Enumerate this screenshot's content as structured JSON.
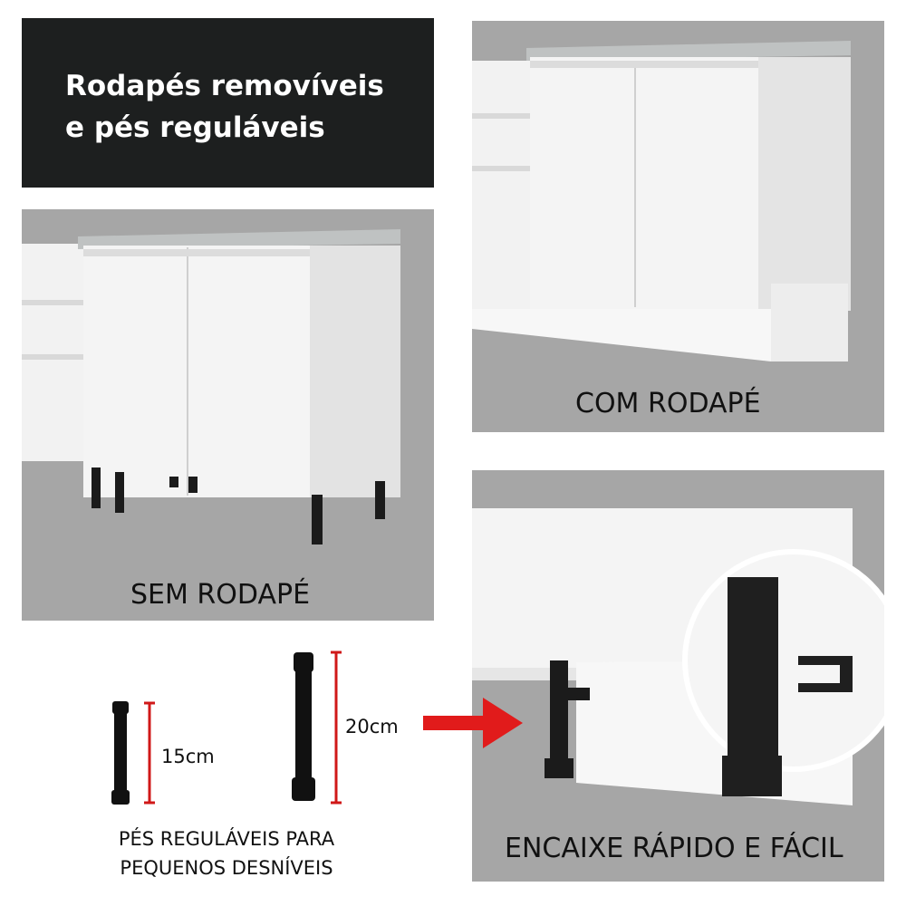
{
  "title": {
    "line1": "Rodapés removíveis",
    "line2": "e pés reguláveis"
  },
  "panels": {
    "without_baseboard": {
      "caption": "SEM RODAPÉ"
    },
    "with_baseboard": {
      "caption": "COM RODAPÉ"
    },
    "fitting": {
      "caption": "ENCAIXE RÁPIDO E FÁCIL"
    }
  },
  "feet": {
    "short_label": "15cm",
    "tall_label": "20cm",
    "caption_line1": "PÉS REGULÁVEIS PARA",
    "caption_line2": "PEQUENOS DESNÍVEIS"
  },
  "colors": {
    "panel_bg": "#a6a6a6",
    "title_bg": "#1d1f1f",
    "arrow": "#e11b1b",
    "measure_line": "#d01818"
  },
  "icons": [
    "cabinet-illustration",
    "adjustable-foot-icon",
    "red-arrow-icon",
    "zoom-circle-icon"
  ]
}
